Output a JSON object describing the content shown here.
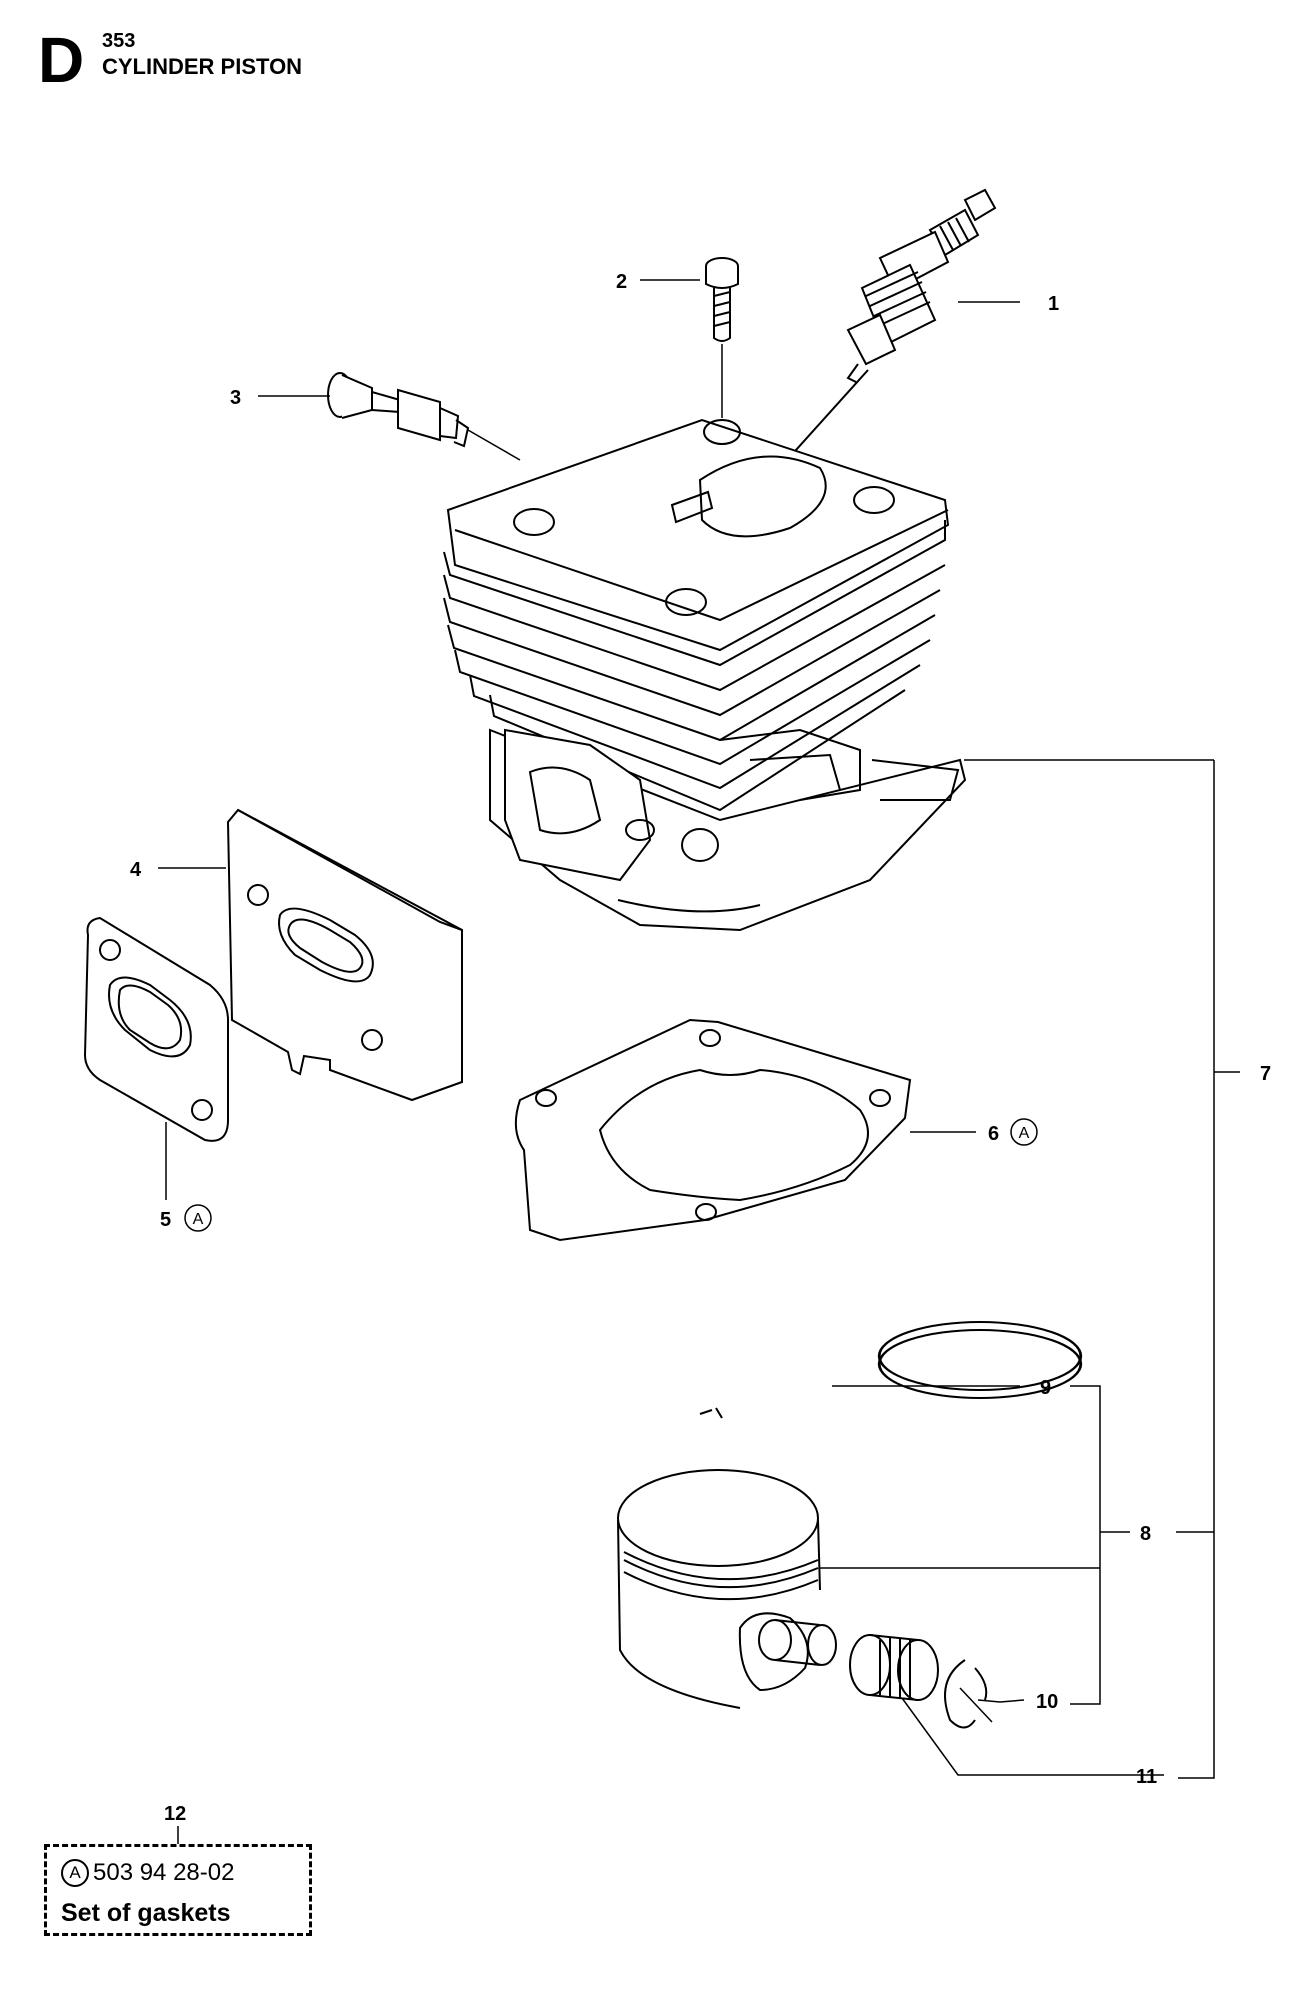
{
  "header": {
    "section": "D",
    "model": "353",
    "title": "CYLINDER PISTON"
  },
  "callouts": {
    "c1": "1",
    "c2": "2",
    "c3": "3",
    "c4": "4",
    "c5": "5",
    "c6": "6",
    "c7": "7",
    "c8": "8",
    "c9": "9",
    "c10": "10",
    "c11": "11",
    "c12": "12",
    "marker": "A"
  },
  "kit": {
    "marker": "A",
    "part_number": "503 94 28-02",
    "name": "Set of gaskets"
  }
}
